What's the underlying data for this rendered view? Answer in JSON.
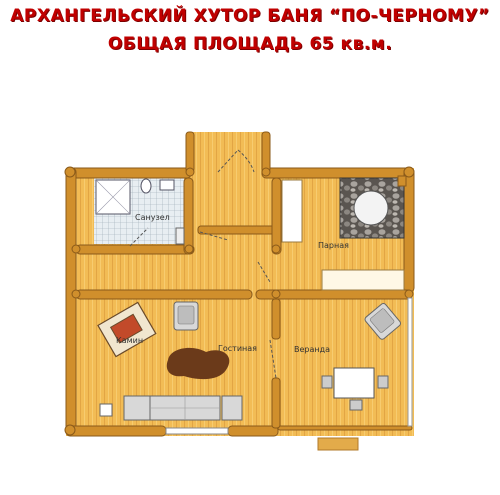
{
  "header": {
    "title_line1": "АРХАНГЕЛЬСКИЙ ХУТОР БАНЯ “ПО-ЧЕРНОМУ”",
    "title_line2": "ОБЩАЯ ПЛОЩАДЬ  65 кв.м."
  },
  "rooms": {
    "bathroom": "Санузел",
    "steam_room": "Парная",
    "living_room": "Гостиная",
    "fireplace": "Камин",
    "veranda": "Веранда"
  },
  "colors": {
    "title": "#c00000",
    "wood_floor": "#f2bc55",
    "log_wall": "#d08f2c",
    "rug": "#6b3a1a"
  }
}
